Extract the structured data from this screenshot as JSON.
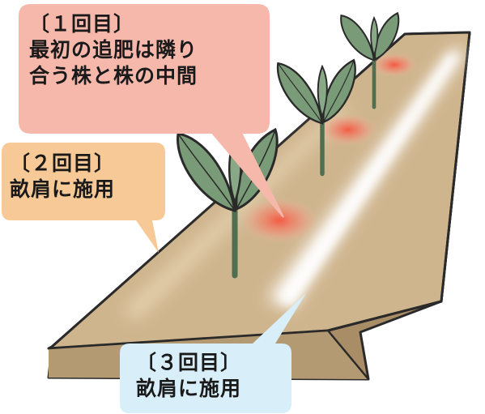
{
  "callouts": {
    "first": {
      "heading": "〔１回目〕",
      "line1": "最初の追肥は隣り",
      "line2": "合う株と株の中間",
      "color": "#f5b8ab"
    },
    "second": {
      "heading": "〔２回目〕",
      "line1": "畝肩に施用",
      "color": "#f6c996"
    },
    "third": {
      "heading": "〔３回目〕",
      "line1": "畝肩に施用",
      "color": "#d8eef8"
    }
  },
  "colors": {
    "ridge_top": "#cfb58e",
    "ridge_side": "#a88d66",
    "outline": "#2a2a2a",
    "leaf": "#7a9b78",
    "leaf_dark": "#4f6f50",
    "fertilizer_spot": "#f07a64",
    "shoulder_glow": "#ffffff"
  },
  "icons": [
    "seedling-icon"
  ]
}
